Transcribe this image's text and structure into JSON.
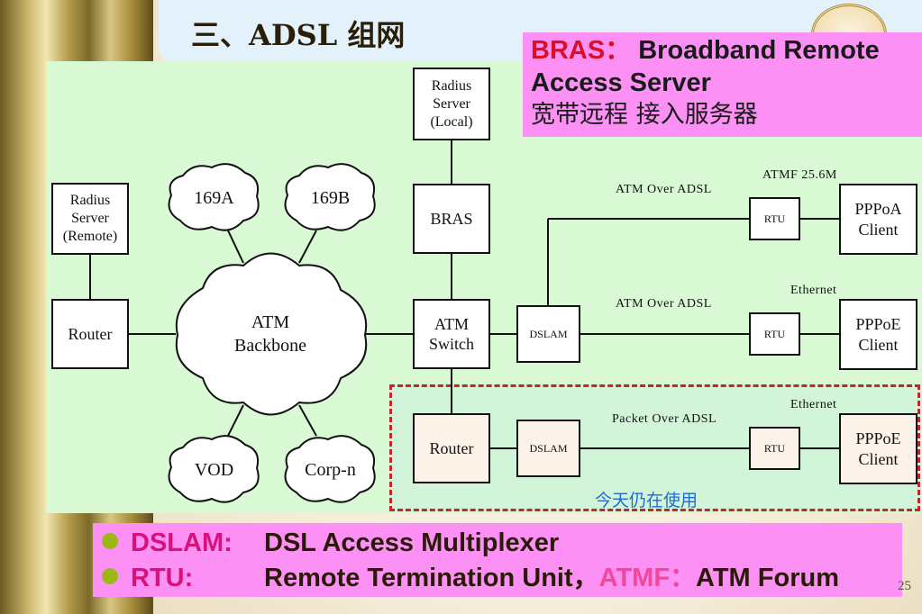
{
  "slide": {
    "title": "三、ADSL 组网",
    "page_number": "25"
  },
  "nodes": {
    "radius_local": "Radius\nServer\n(Local)",
    "radius_remote": "Radius\nServer\n(Remote)",
    "bras": "BRAS",
    "router_left": "Router",
    "atm_switch": "ATM\nSwitch",
    "router_bottom": "Router",
    "dslam_middle": "DSLAM",
    "dslam_bottom": "DSLAM",
    "rtu_top": "RTU",
    "rtu_middle": "RTU",
    "rtu_bottom": "RTU",
    "client_pppoa": "PPPoA\nClient",
    "client_pppoe_middle": "PPPoE\nClient",
    "client_pppoe_bottom": "PPPoE\nClient"
  },
  "clouds": {
    "atm_backbone": "ATM\nBackbone",
    "c169a": "169A",
    "c169b": "169B",
    "vod": "VOD",
    "corp": "Corp-n"
  },
  "links": {
    "atm_over_adsl_top": "ATM Over ADSL",
    "atmf": "ATMF 25.6M",
    "atm_over_adsl_middle": "ATM Over ADSL",
    "ethernet_middle": "Ethernet",
    "packet_over_adsl": "Packet Over ADSL",
    "ethernet_bottom": "Ethernet"
  },
  "callout": {
    "term": "BRAS：",
    "definition_en": "Broadband Remote Access Server",
    "definition_zh": "宽带远程 接入服务器"
  },
  "annotation": {
    "still_in_use": "今天仍在使用"
  },
  "legend": [
    {
      "term": "DSLAM:",
      "definition": "DSL Access Multiplexer"
    },
    {
      "term": "RTU:",
      "definition": "Remote Termination Unit，",
      "extra_term": "ATMF：",
      "extra_definition": "ATM Forum"
    }
  ]
}
